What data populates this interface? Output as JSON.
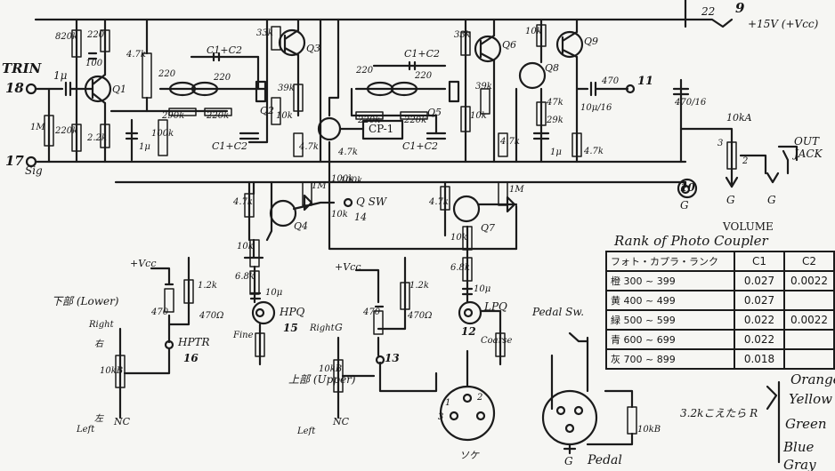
{
  "inputs": {
    "trin_num": "18",
    "trin_label": "TRIN",
    "cap_in": "1μ",
    "sig_num": "17",
    "sig_label": "Sig"
  },
  "supply": {
    "num": "9",
    "res": "22",
    "label": "+15V (+Vcc)"
  },
  "stage1": {
    "r_top": "820k",
    "r_mid": "220",
    "c_top": "100",
    "r_low": "220k",
    "r_left": "1M",
    "r_emit": "2.2k",
    "q_label": "Q1",
    "r_vert": "4.7k",
    "c_h": "1μ",
    "r_100k": "100k"
  },
  "twin_t": {
    "c_top_label": "C1+C2",
    "r_220a": "220",
    "r_220b": "220",
    "r_290k": "290k",
    "r_220k": "220k",
    "c_bot_label": "C1+C2",
    "r_33k": "33k",
    "r_39k": "39k",
    "r_10k": "10k",
    "r_47k": "4.7k",
    "q2": "Q2",
    "q3": "Q3",
    "cp": "CP-1",
    "r_47k_b": "4.7k",
    "r_100k_b": "100k"
  },
  "stage2": {
    "c_top_label": "C1+C2",
    "r_220a": "220",
    "r_220b": "220",
    "r_220k_a": "220k",
    "r_220k_b": "220k",
    "c_bot_label": "C1+C2",
    "r_33k": "33k",
    "r_39k": "39k",
    "r_10k": "10k",
    "r_47k": "4.7k",
    "q5": "Q5",
    "q6": "Q6"
  },
  "output": {
    "r_10k": "10k",
    "q8": "Q8",
    "q9": "Q9",
    "r_47k": "47k",
    "r_29k": "29k",
    "c_1u": "1μ",
    "r_47k_b": "4.7k",
    "c_out": "10μ/16",
    "r_470": "470",
    "num_11": "11",
    "c_470": "470/16",
    "pot": "10kA",
    "num_10": "10",
    "g": "G",
    "jack": "OUT JACK",
    "g2": "G",
    "volume": "VOLUME",
    "wiper_3": "3",
    "wiper_2": "2"
  },
  "hpf": {
    "r_47k": "4.7k",
    "r_1m": "1M",
    "q4": "Q4",
    "r_100k": "100k",
    "sw_label": "Q SW",
    "sw_num": "14",
    "r_10k": "10k",
    "r_10k_v": "10k",
    "r_68k": "6.8k",
    "c_10u": "10μ",
    "num_15": "15",
    "label": "HPQ",
    "wiper": "Fine"
  },
  "lpf": {
    "r_47k": "4.7k",
    "r_1m": "1M",
    "q7": "Q7",
    "r_10k_v": "10k",
    "r_68k": "6.8k",
    "c_10u": "10μ",
    "num_12": "12",
    "label": "LPQ",
    "wiper": "Coarse"
  },
  "hptr": {
    "vcc": "+Vcc",
    "r_12k": "1.2k",
    "r_470": "470",
    "r_470o": "470Ω",
    "num": "16",
    "label": "HPTR",
    "pot": "10kB",
    "nc": "NC",
    "lower": "下部 (Lower)",
    "right": "Right",
    "left": "Left",
    "h": "右",
    "l": "左"
  },
  "upper": {
    "vcc": "+Vcc",
    "r_12k": "1.2k",
    "r_470": "470",
    "r_470o": "470Ω",
    "num": "13",
    "pot": "10kB",
    "nc": "NC",
    "g": "G",
    "label": "上部 (Upper)",
    "right": "Right",
    "left": "Left",
    "pin1": "1",
    "pin2": "2",
    "pin3": "3",
    "sock": "ソケ"
  },
  "pedal": {
    "sw": "Pedal Sw.",
    "pot": "10kB",
    "g": "G",
    "label": "Pedal",
    "note": "3.2kこえたら R"
  },
  "rank_table": {
    "title": "Rank of Photo Coupler",
    "header": [
      "フォト・カプラ・ランク",
      "C1",
      "C2"
    ],
    "rows": [
      [
        "橙  300 ~ 399",
        "0.027",
        "0.0022"
      ],
      [
        "黄  400 ~ 499",
        "0.027",
        ""
      ],
      [
        "緑  500 ~ 599",
        "0.022",
        "0.0022"
      ],
      [
        "青  600 ~ 699",
        "0.022",
        ""
      ],
      [
        "灰  700 ~ 899",
        "0.018",
        ""
      ]
    ]
  },
  "color_notes": [
    "Orange",
    "Yellow",
    "Green",
    "Blue",
    "Gray"
  ]
}
